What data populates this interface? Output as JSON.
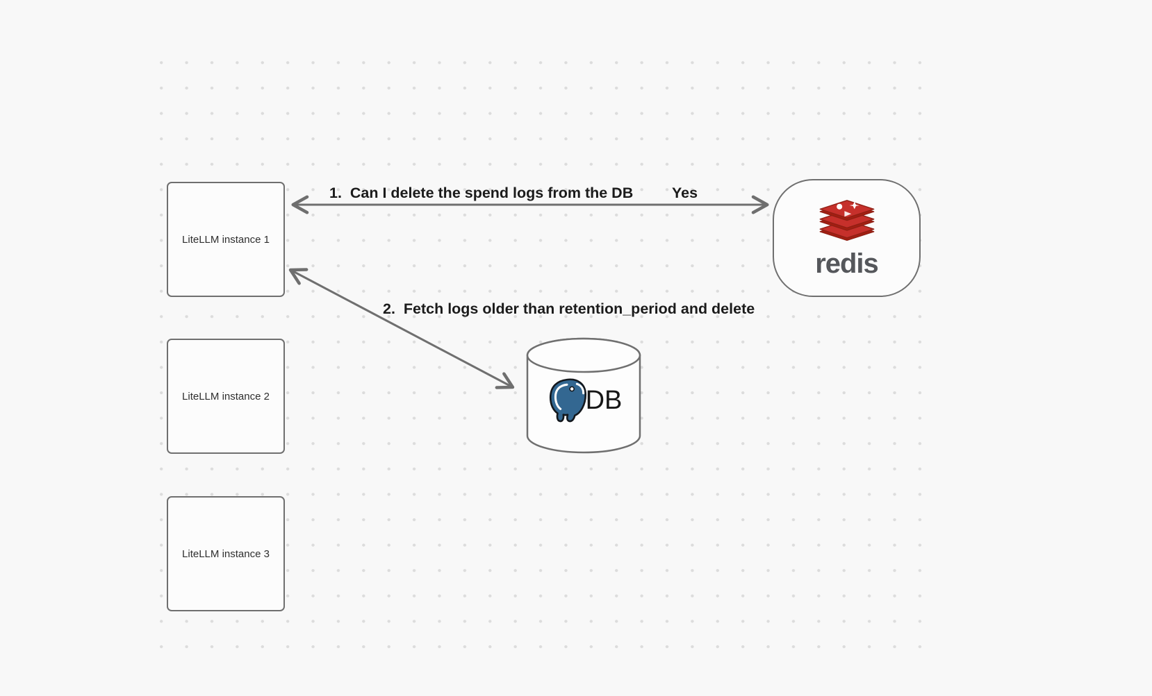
{
  "canvas": {
    "background_color": "#f8f8f8",
    "dot_color": "#dcdcdc"
  },
  "nodes": {
    "litellm_instances": [
      {
        "label": "LiteLLM instance 1"
      },
      {
        "label": "LiteLLM instance 2"
      },
      {
        "label": "LiteLLM instance 3"
      }
    ],
    "redis": {
      "label": "redis",
      "icon": "redis-icon",
      "brand_color": "#c6302b"
    },
    "db": {
      "label": "DB",
      "icon": "postgresql-icon",
      "brand_color": "#336791"
    }
  },
  "edges": [
    {
      "label": "1.  Can I delete the spend logs from the DB",
      "response": "Yes",
      "from": "LiteLLM instance 1",
      "to": "redis",
      "bidirectional": true
    },
    {
      "label": "2.  Fetch logs older than retention_period and delete",
      "from": "LiteLLM instance 1",
      "to": "DB",
      "bidirectional": true
    }
  ]
}
